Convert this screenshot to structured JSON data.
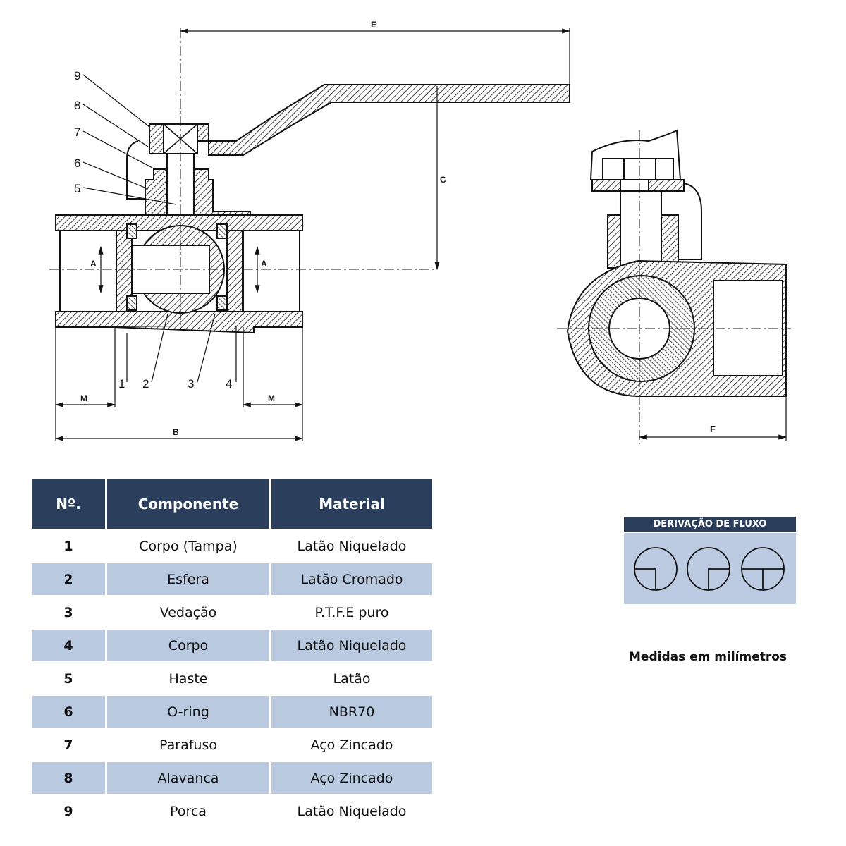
{
  "drawing": {
    "title": "Ball valve technical drawing",
    "callouts": [
      "1",
      "2",
      "3",
      "4",
      "5",
      "6",
      "7",
      "8",
      "9"
    ],
    "dimensions": {
      "A": "A",
      "B": "B",
      "C": "C",
      "E": "E",
      "F": "F",
      "M": "M"
    }
  },
  "table": {
    "headers": [
      "Nº.",
      "Componente",
      "Material"
    ],
    "rows": [
      {
        "n": "1",
        "componente": "Corpo (Tampa)",
        "material": "Latão Niquelado"
      },
      {
        "n": "2",
        "componente": "Esfera",
        "material": "Latão Cromado"
      },
      {
        "n": "3",
        "componente": "Vedação",
        "material": "P.T.F.E puro"
      },
      {
        "n": "4",
        "componente": "Corpo",
        "material": "Latão Niquelado"
      },
      {
        "n": "5",
        "componente": "Haste",
        "material": "Latão"
      },
      {
        "n": "6",
        "componente": "O-ring",
        "material": "NBR70"
      },
      {
        "n": "7",
        "componente": "Parafuso",
        "material": "Aço Zincado"
      },
      {
        "n": "8",
        "componente": "Alavanca",
        "material": "Aço Zincado"
      },
      {
        "n": "9",
        "componente": "Porca",
        "material": "Latão Niquelado"
      }
    ]
  },
  "flux": {
    "title": "DERIVAÇÃO DE FLUXO",
    "symbols": [
      "flow-left-down",
      "flow-right-down",
      "flow-left-right-down"
    ]
  },
  "units_note": "Medidas em milímetros",
  "colors": {
    "header_bg": "#2b3f5c",
    "alt_row_bg": "#b9c9e0",
    "flux_bg": "#bccbe1"
  }
}
